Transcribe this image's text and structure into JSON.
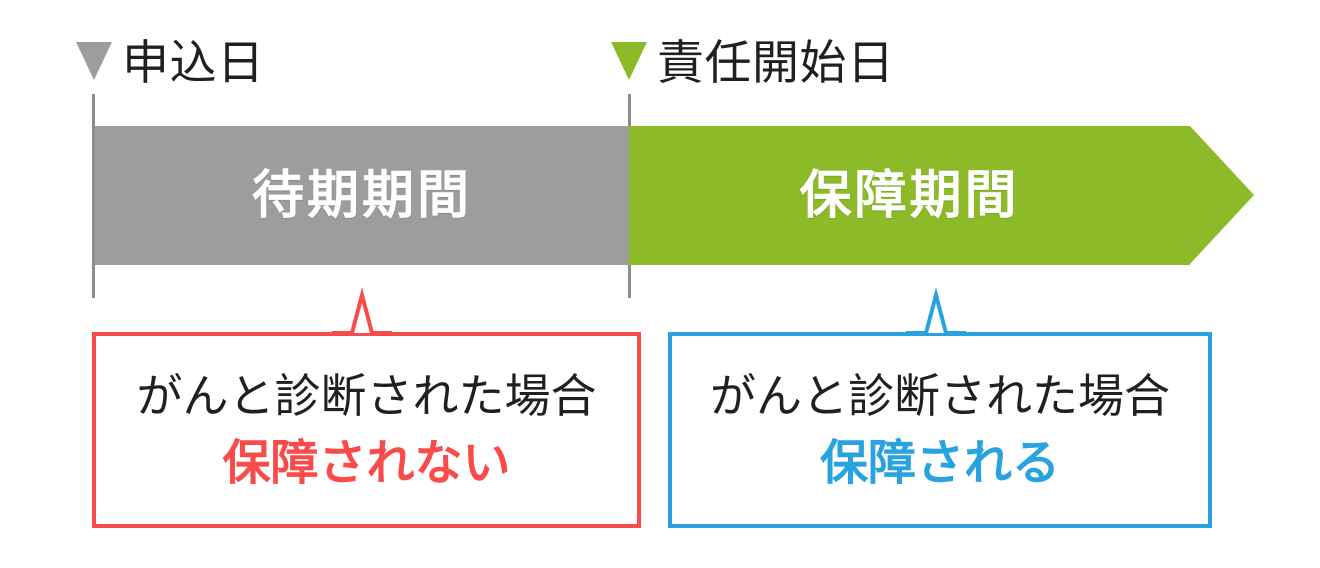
{
  "diagram": {
    "title_semantic": "cancer-insurance-waiting-and-coverage-period-timeline",
    "colors": {
      "gray": "#9d9d9d",
      "green": "#8dba28",
      "red": "#fa4b4b",
      "blue": "#29a3e0",
      "guide_line": "#8c8c8c",
      "text_dark": "#231f20",
      "white": "#ffffff"
    }
  },
  "markers": [
    {
      "id": "application-date",
      "label": "申込日",
      "triangle_color": "#9d9d9d",
      "icon": "triangle-down-icon"
    },
    {
      "id": "coverage-start-date",
      "label": "責任開始日",
      "triangle_color": "#8dba28",
      "icon": "triangle-down-icon"
    }
  ],
  "bars": [
    {
      "id": "waiting-period",
      "label": "待期期間",
      "color": "#9d9d9d",
      "shape": "rectangle"
    },
    {
      "id": "coverage-period",
      "label": "保障期間",
      "color": "#8dba28",
      "shape": "arrow-right"
    }
  ],
  "callouts": [
    {
      "id": "not-covered",
      "border_color": "#fa4b4b",
      "line1": "がんと診断された場合",
      "line1_color": "#231f20",
      "line2": "保障されない",
      "line2_color": "#fa4b4b"
    },
    {
      "id": "covered",
      "border_color": "#29a3e0",
      "line1": "がんと診断された場合",
      "line1_color": "#231f20",
      "line2": "保障される",
      "line2_color": "#29a3e0"
    }
  ]
}
